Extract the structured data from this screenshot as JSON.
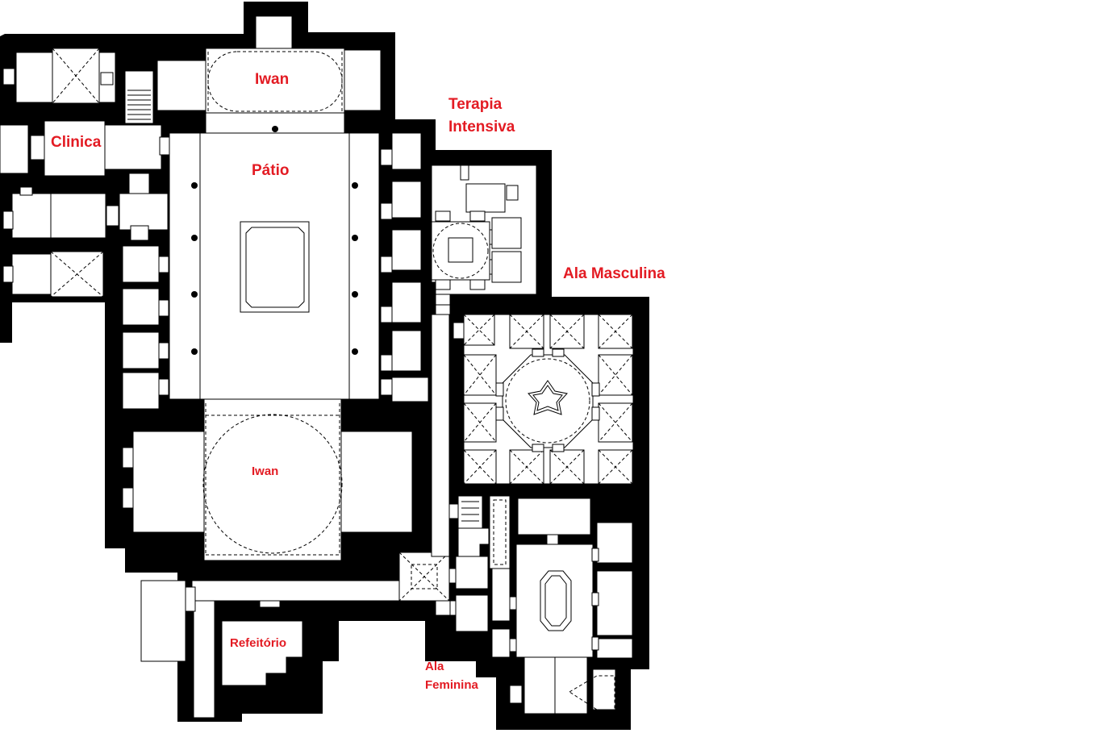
{
  "labels": {
    "iwan_north": "Iwan",
    "clinica": "Clinica",
    "patio": "Pátio",
    "terapia_line1": "Terapia",
    "terapia_line2": "Intensiva",
    "ala_masculina": "Ala Masculina",
    "iwan_south": "Iwan",
    "refeitorio": "Refeitório",
    "ala_feminina_line1": "Ala",
    "ala_feminina_line2": "Feminina"
  },
  "colors": {
    "label": "#e31b23",
    "walls": "#000000",
    "floor": "#ffffff"
  }
}
